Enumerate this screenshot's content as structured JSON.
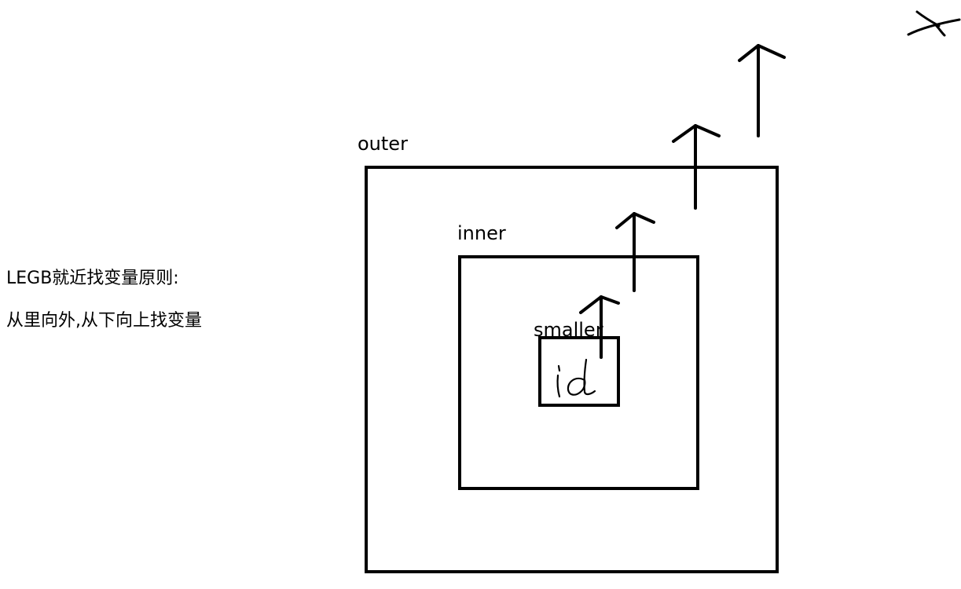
{
  "boxes": {
    "outer": {
      "label": "outer"
    },
    "inner": {
      "label": "inner"
    },
    "smaller": {
      "label": "smaller",
      "content": "id"
    }
  },
  "note": {
    "line1": "LEGB就近找变量原则:",
    "line2": "从里向外,从下向上找变量"
  },
  "colors": {
    "ink": "#000000",
    "background": "#ffffff"
  }
}
